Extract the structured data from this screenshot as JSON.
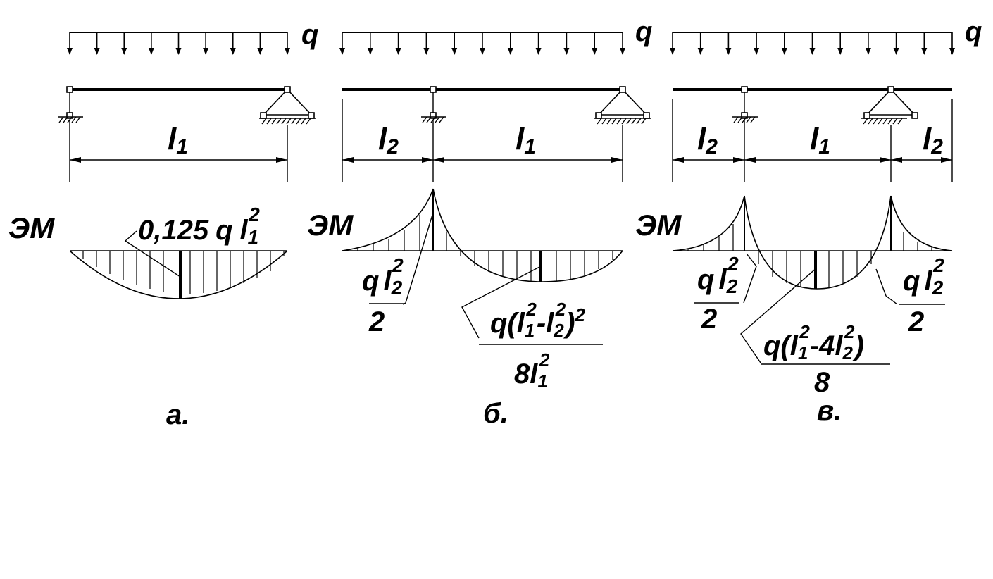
{
  "load_label": "q",
  "diagram_label": "ЭМ",
  "span_labels": {
    "l1": {
      "base": "l",
      "sub": "1"
    },
    "l2": {
      "base": "l",
      "sub": "2"
    }
  },
  "panel_a": {
    "caption": "а.",
    "moment_label": {
      "coef": "0,125",
      "q": "q",
      "l": "l",
      "sub": "1",
      "sup": "2"
    }
  },
  "panel_b": {
    "caption": "б.",
    "support_moment": {
      "q": "q",
      "l": "l",
      "sub": "2",
      "sup": "2",
      "den": "2"
    },
    "span_moment": {
      "num_open": "q(",
      "l1": "l",
      "sub1": "1",
      "sup1": "2",
      "minus": "-",
      "l2": "l",
      "sub2": "2",
      "sup2": "2",
      "close": ")",
      "sup_outer": "2",
      "den_coef": "8",
      "den_l": "l",
      "den_sub": "1",
      "den_sup": "2"
    }
  },
  "panel_c": {
    "caption": "в.",
    "support_moment_left": {
      "q": "q",
      "l": "l",
      "sub": "2",
      "sup": "2",
      "den": "2"
    },
    "support_moment_right": {
      "q": "q",
      "l": "l",
      "sub": "2",
      "sup": "2",
      "den": "2"
    },
    "span_moment": {
      "num_open": "q(",
      "l1": "l",
      "sub1": "1",
      "sup1": "2",
      "minus": "-4",
      "l2": "l",
      "sub2": "2",
      "sup2": "2",
      "close": ")",
      "den": "8"
    }
  }
}
